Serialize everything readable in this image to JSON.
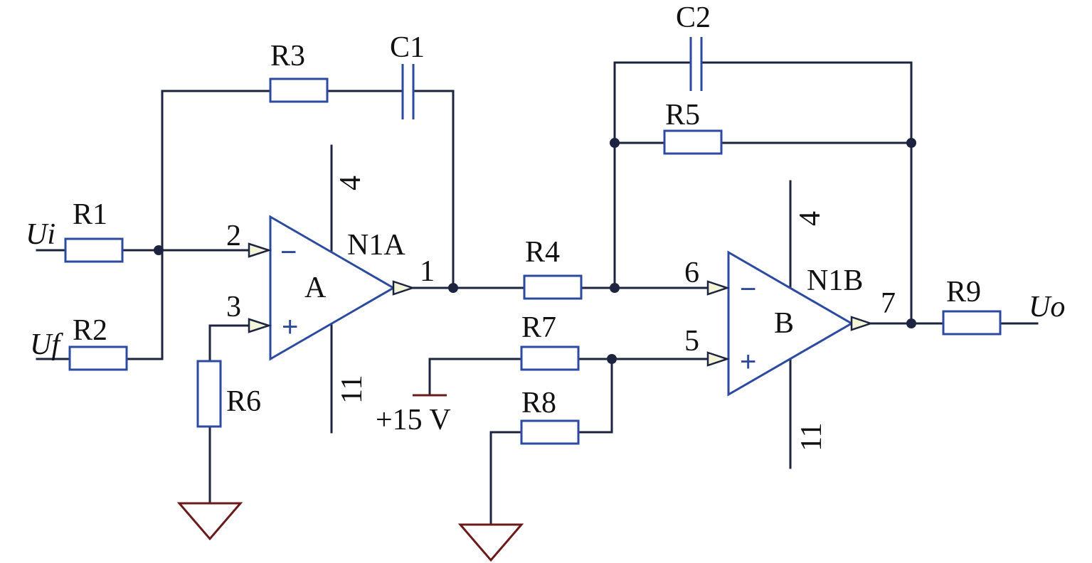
{
  "terminals": {
    "input_ui": "Ui",
    "input_uf": "Uf",
    "output_uo": "Uo"
  },
  "components": {
    "r1": "R1",
    "r2": "R2",
    "r3": "R3",
    "r4": "R4",
    "r5": "R5",
    "r6": "R6",
    "r7": "R7",
    "r8": "R8",
    "r9": "R9",
    "c1": "C1",
    "c2": "C2"
  },
  "opamps": {
    "a": {
      "name": "N1A",
      "letter": "A",
      "pin_inv": "2",
      "pin_noninv": "3",
      "pin_out": "1",
      "pin_vplus": "4",
      "pin_vminus": "11",
      "minus_sign": "−",
      "plus_sign": "+"
    },
    "b": {
      "name": "N1B",
      "letter": "B",
      "pin_inv": "6",
      "pin_noninv": "5",
      "pin_out": "7",
      "pin_vplus": "4",
      "pin_vminus": "11",
      "minus_sign": "−",
      "plus_sign": "+"
    }
  },
  "supply": {
    "label": "+15 V"
  },
  "colors": {
    "wire": "#1c2440",
    "component": "#2b4aa0",
    "ground": "#6b1a1a",
    "pin_arrow_fill": "#f4f4d8"
  }
}
